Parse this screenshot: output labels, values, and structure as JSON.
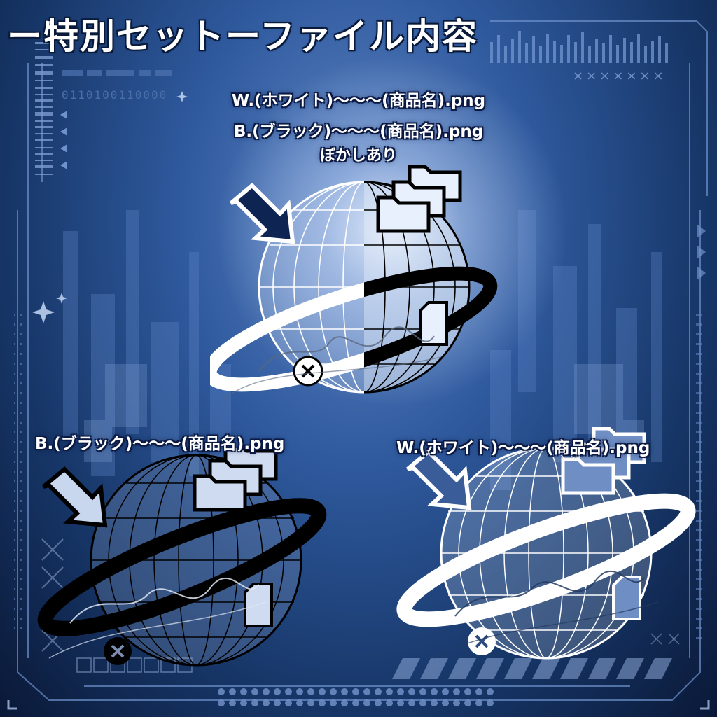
{
  "title": "ー特別セットーファイル内容",
  "caption": {
    "line1": "W.(ホワイト)〜〜〜(商品名).png",
    "line2": "B.(ブラック)〜〜〜(商品名).png",
    "line3": "ぼかしあり"
  },
  "black_label": "B.(ブラック)〜〜〜(商品名).png",
  "white_label": "W.(ホワイト)〜〜〜(商品名).png",
  "decor": {
    "binary": "0110100110000",
    "xrow": "×××××××"
  },
  "colors": {
    "background": "#163566",
    "accent": "#ffffff",
    "dark": "#000000"
  }
}
